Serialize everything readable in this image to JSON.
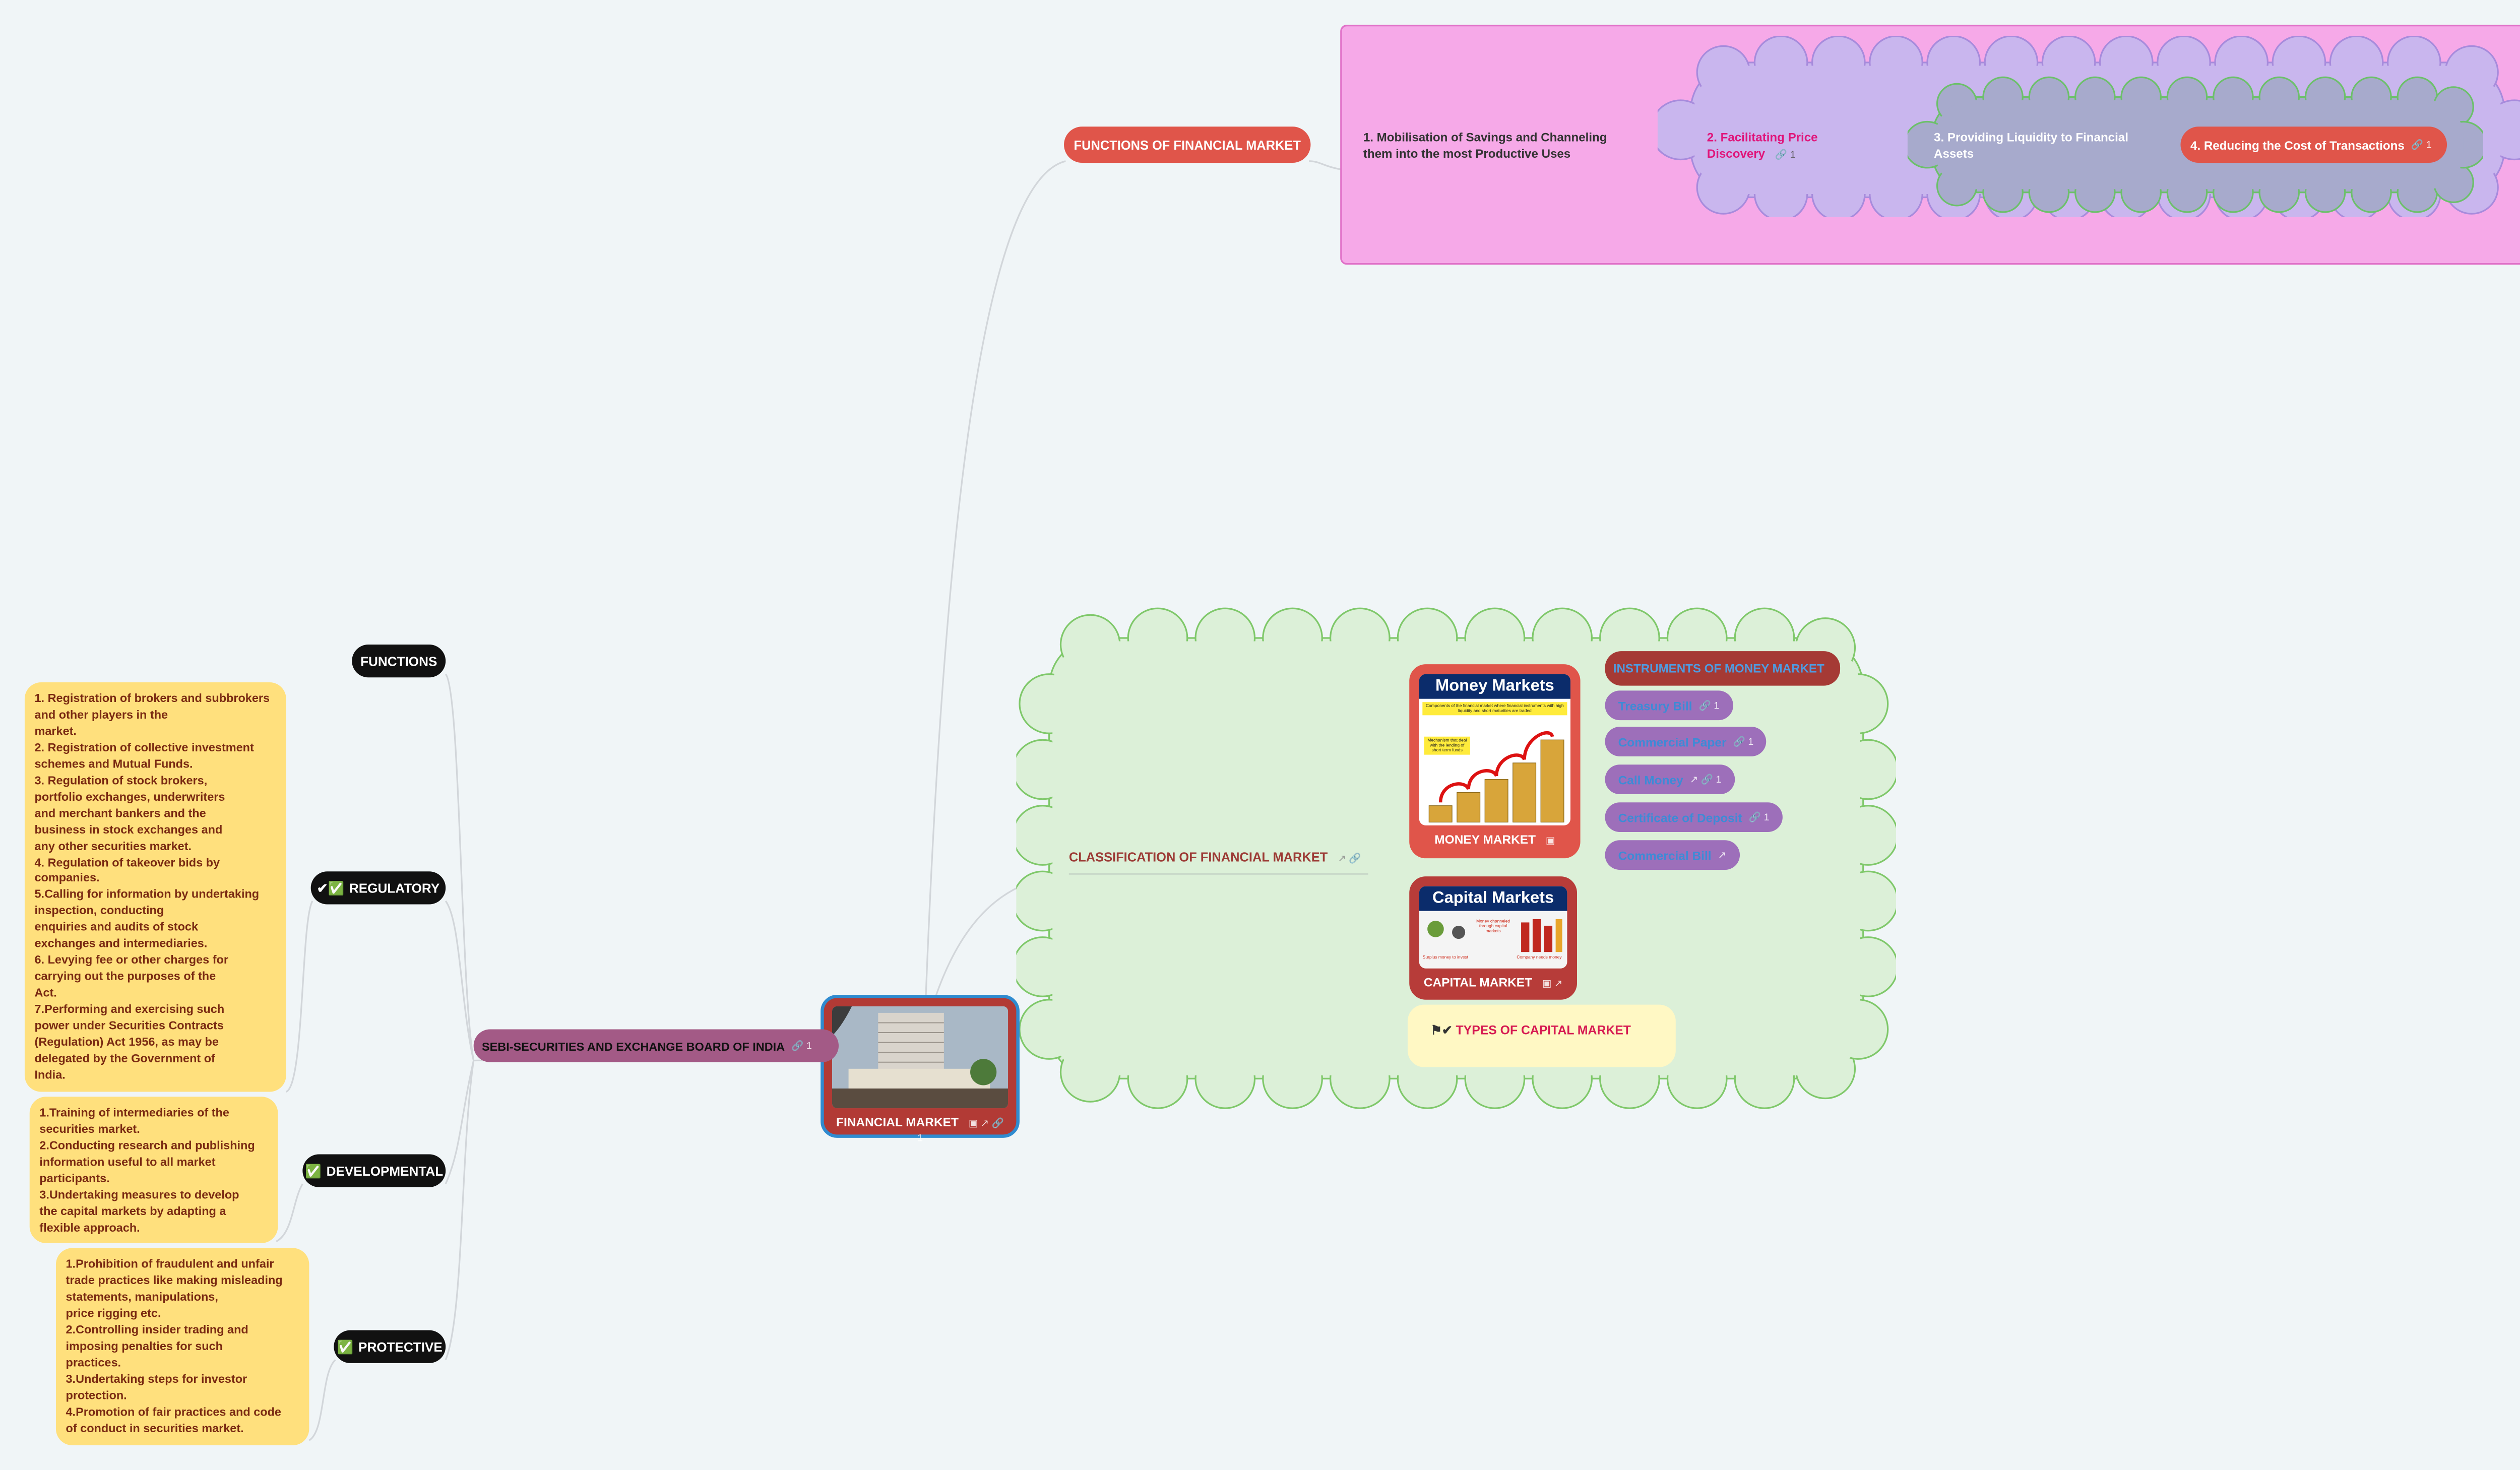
{
  "root": {
    "label": "FINANCIAL MARKET",
    "image": "stock-exchange-building-photo",
    "badges": "▣ ↗ 🔗 1"
  },
  "functions_branch": {
    "label": "FUNCTIONS OF FINANCIAL MARKET",
    "items": [
      {
        "label": "1. Mobilisation of Savings and Channeling them into the most Productive Uses"
      },
      {
        "label": "2. Facilitating Price Discovery",
        "badge": "🔗 1"
      },
      {
        "label": "3. Providing Liquidity to Financial Assets"
      },
      {
        "label": "4. Reducing the Cost of Transactions",
        "badge": "🔗 1"
      }
    ]
  },
  "classification_branch": {
    "label": "CLASSIFICATION OF FINANCIAL MARKET",
    "badges": "↗ 🔗",
    "money_market": {
      "label": "MONEY MARKET",
      "badge": "▣",
      "image_title": "Money Markets",
      "image_caption_1": "Components of the financial market where financial instruments with high liquidity and short maturities are traded",
      "image_caption_2": "Mechanism that deal with the lending of short term funds"
    },
    "instruments": {
      "header": "INSTRUMENTS OF MONEY MARKET",
      "items": [
        {
          "label": "Treasury Bill",
          "badge": "🔗 1"
        },
        {
          "label": "Commercial Paper",
          "badge": "🔗 1"
        },
        {
          "label": "Call Money",
          "badge": "↗ 🔗 1"
        },
        {
          "label": "Certificate of Deposit",
          "badge": "🔗 1"
        },
        {
          "label": "Commercial Bill",
          "badge": "↗"
        }
      ]
    },
    "capital_market": {
      "label": "CAPITAL MARKET",
      "badge": "▣ ↗",
      "image_title": "Capital Markets",
      "image_caption_1": "Surplus money to invest",
      "image_caption_2": "Money channeled through capital markets",
      "image_caption_3": "Company needs money"
    },
    "types": {
      "label": "TYPES OF CAPITAL MARKET",
      "prefix": "⚑✔"
    }
  },
  "sebi_branch": {
    "label": "SEBI-SECURITIES AND EXCHANGE BOARD OF INDIA",
    "badge": "🔗 1",
    "functions_label": "FUNCTIONS",
    "regulatory": {
      "label": "REGULATORY",
      "prefix": "✔✅",
      "note": "1. Registration of brokers and subbrokers\nand other players in the\nmarket.\n2. Registration of collective investment\nschemes and Mutual Funds.\n3. Regulation of stock brokers,\nportfolio exchanges, underwriters\nand merchant bankers and the\nbusiness in stock exchanges and\nany other securities market.\n4. Regulation of takeover bids by\ncompanies.\n5.Calling for information by undertaking\ninspection, conducting\nenquiries and audits of stock\nexchanges and intermediaries.\n6. Levying fee or other charges for\ncarrying out the purposes of the\nAct.\n7.Performing and exercising such\npower under Securities Contracts\n(Regulation) Act 1956, as may be\ndelegated by the Government of\nIndia."
    },
    "developmental": {
      "label": "DEVELOPMENTAL",
      "prefix": "✅",
      "note": "1.Training of intermediaries of the\nsecurities market.\n2.Conducting research and publishing\ninformation useful to all market\nparticipants.\n3.Undertaking measures to develop\nthe capital markets by adapting a\nflexible approach."
    },
    "protective": {
      "label": "PROTECTIVE",
      "prefix": "✅",
      "note": "1.Prohibition of fraudulent and unfair\ntrade practices like making misleading\nstatements, manipulations,\nprice rigging etc.\n2.Controlling insider trading and\nimposing penalties for such\npractices.\n3.Undertaking steps for investor\nprotection.\n4.Promotion of fair practices and code\nof conduct in securities market."
    }
  },
  "colors": {
    "background": "#f0f5f7",
    "root_fill": "#b23a35",
    "root_border": "#2f8bd0",
    "functions_pill": "#e0554a",
    "pink_boundary": "#f6a9e8",
    "purple_cloud": "#c9b6ee",
    "gray_cloud": "#a7aacc",
    "green_cloud": "#dcf0d8",
    "instrument_pill": "#9d6fba",
    "note_yellow": "#ffe07d",
    "sebi_pill": "#a35a86"
  }
}
